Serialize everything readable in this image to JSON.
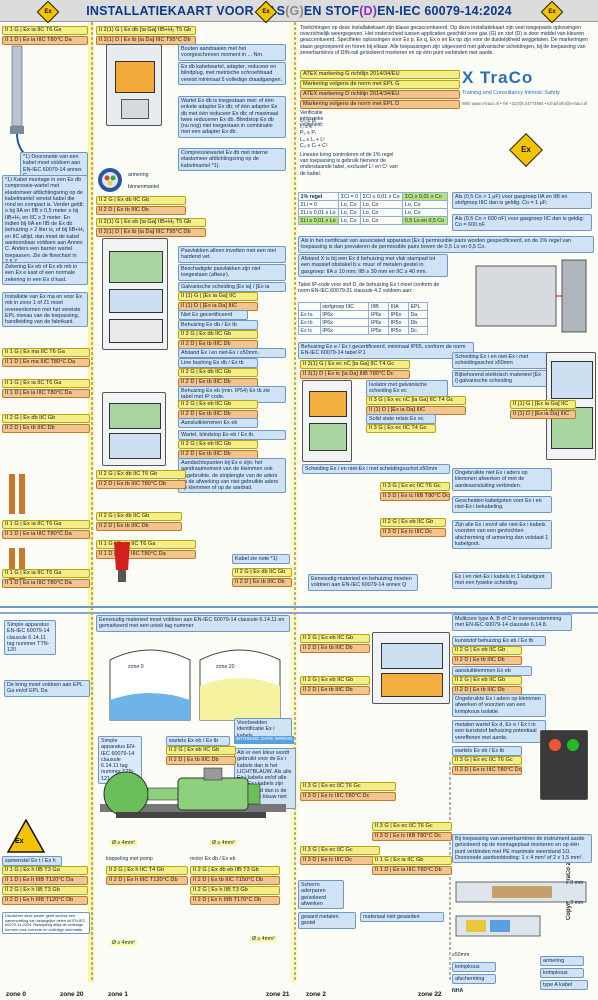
{
  "title": {
    "prefix": "INSTALLATIEKAART VOOR GAS ",
    "g": "(G)",
    "mid": " EN STOF ",
    "d": "(D)",
    "suffix": " EN-IEC 60079-14:2024"
  },
  "ex_symbol": "Ex",
  "colors": {
    "gas": "#f4ed8a",
    "dust": "#f2c490",
    "note": "#cfe3f5",
    "accent": "#1c4fb4",
    "hl_green": "#b9e37a",
    "title_blue": "#0a3a8a"
  },
  "intro": "Toelichtingen op deze installatiekaart zijn blauw gecaccentueerd. Op deze installatiekaart zijn veel toegepaste oplossingen overzichtelijk weergegeven. Het onderscheid tussen applicaties geschikt voor gas (G) en stof (D) is door middel van kleuren geaccentueerd. Specifieke oplossingen voor Ex p, Ex q, Ex o en Ex op zijn voor de duidelijkheid weggelaten. De markeringen staan gegroepeerd en horen bij elkaar. Alle toepassingen zijn uitgevoerd met galvanische scheidingen, bij de toepassing van zenerbarrières of DIN-rail geïsoleerd monteren en op één punt verbinden met aarde.",
  "markings": [
    {
      "text": "ATEX markering G richtlijn 2014/34/EU",
      "kind": "gas"
    },
    {
      "text": "Markering volgens de norm met EPL G",
      "kind": "gas"
    },
    {
      "text": "ATEX markering D richtlijn 2014/34/EU",
      "kind": "dust"
    },
    {
      "text": "Markering volgens de norm met EPL D",
      "kind": "dust"
    }
  ],
  "xtraco": {
    "logo": "X TraCo",
    "tagline": "Training and Consultancy Intrinsic Safety",
    "contact": "Web www.x-traco.nl • Tel +31(0)6 24774964 • Email info@x-traco.nl"
  },
  "verification": {
    "title": "Verificatie intrinsieke veiligheid:",
    "lines": [
      "U₀ ≤ Uᵢ",
      "I₀ ≤ Iᵢ",
      "P₀ ≤ Pᵢ",
      "L₀ ≥ Lᵢ + Lᶜ",
      "C₀ ≥ Cᵢ + Cᶜ"
    ],
    "rule": "Lineaire kring controleren of de 1% regel van toepassing is gebruik hiervoor de onderstaande tabel, exclusief Lᶜ en Cᶜ van de kabel."
  },
  "rule_table": {
    "headers": [
      "1% regel",
      "ΣCi = 0",
      "ΣCi ≤ 0,01 x Co",
      "ΣCi ≥ 0,01 x Co"
    ],
    "rows": [
      [
        "ΣLi = 0",
        "Lo, Co",
        "Lo, Co",
        "Lo, Co"
      ],
      [
        "ΣLi ≤ 0,01 x Lo",
        "Lo, Co",
        "Lo, Co",
        "Lo, Co"
      ],
      [
        "ΣLi ≥ 0,01 x Lo",
        "Lo, Co",
        "Lo, Co",
        "0,5 Lo en 0,5 Co"
      ]
    ]
  },
  "capacitance_notes": [
    "Als (0,5 Co > 1 μF) voor gasgroep IIA en IIB en stofgroep IIIC dan is geldig: Co = 1 μF;",
    "Als (0,5 Co > 600 nF) voor gasgroep IIC dan is geldig: Co = 600 nF."
  ],
  "associated_note": "Als in het certificaat van associated apparatus [Ex i] permissible pairs worden gespecificeerd, en de 1% regel van toepassing is dan prevaleren de permissible pairs boven de 0,5 Lo en 0,5 Co.",
  "distance_note": "Afstand X is bij een Ex d behuizing met vlak stampad tot een massief obstakel b.v. muur of metalen gestel in gasgroep: IIA ≥ 10 mm; IIB ≥ 30 mm en IIC ≥ 40 mm.",
  "ip_table": {
    "intro": "Tabel IP-code voor stof D, de behuizing Ex t moet conform de norm EN-IEC 60079-31 clausule 4.2 voldoen aan:",
    "headers": [
      "",
      "stofgroep IIIC",
      "IIIB",
      "IIIA",
      "EPL"
    ],
    "rows": [
      [
        "Ex ta",
        "IP6x",
        "IP6x",
        "IP6x",
        "Da"
      ],
      [
        "Ex tb",
        "IP6x",
        "IP6x",
        "IP5x",
        "Db"
      ],
      [
        "Ex tc",
        "IP6x",
        "IP5x",
        "IP5x",
        "Dc"
      ]
    ]
  },
  "left_notes": [
    "*1) Doorsnede van een kabel moet voldoen aan EN-IEC 60079-14 annex C.",
    "*1) Kabel montage in een Ex db compressie-wartel met elastomeer afdichtingsring op de kabelmantel vereist kabel die rond en compact is. Verder geldt: ≥ bij IIA en IIB ≥ 0,5 meter ≥ bij IIB+H₂ en IIC ≥ 3 meter. En indien bij IIA en IIB de Ex db behuizing > 2 liter is, of bij IIB+H₂ en IIC altijd, dan moet de kabel aantoonbaar voldoen aan Annex C. Anders een barrier wartel toepassen. Zie de flowchart in 7.5.7.",
    "Zekering Ex eb of Ex eb mb in een Ex e kast of een normale zekering in een Ex d kast.",
    "Installatie van Ex ma en voor Ex mb in zone 1 of 21 moet overeenkomen met het vereiste EPL niveau van de toepassing, handleiding van de fabrikant."
  ],
  "center_notes": [
    "Bouten aandraaien met het voorgeschreven moment in ... Nm.",
    "Ex db kabelwartel, adapter, reduceer en blindplug, met metrische schroefdraad vereist minimaal 5 volledige draadgangen.",
    "Wartel Ex db is toegestaan met: of één enkele adapter Ex db; of één adapter Ex db met één reduceer Ex db; of maximaal twee reduceren Ex db. Blindstop Ex db (nu nog) niet toegestaan in combinatie met een adapter Ex db.",
    "Compressiewartel Ex db met interne elastomeer afdichtingsring op de kabelmantel *1).",
    "Pasvlakken alleen invetten met een niet hardend vet.",
    "Beschadigde pasvlakken zijn niet toegestaan (afkeur).",
    "Galvanische scheiding [Ex ia] / [Ex ia",
    "Niet Ex gecertificeerd",
    "Behuizing Ex db / Ex tb",
    "Afstand Ex i en niet-Ex i ≥50mm.",
    "Line bushing Ex db / Ex tb",
    "Behuizing Ex eb (min. IP54) Ex tb zie tabel met IP code.",
    "Aansluitklemmen Ex eb",
    "Wartel, blindstop Ex eb / Ex tb.",
    "Aandachtspunten bij Ex e zijn: het aandraaimoment van de klemmen ook ongebruikte, de striplengte van de aders en de afwerking van niet gebruikte aders op klemmen of op de aardrail.",
    "Kabel zie note *1)"
  ],
  "right_notes": [
    "Behuizing Ex e / Ex t gecertificeerd, minimaal IP65, conform de norm EN-IEC 60079-14 tabel P.1",
    "Isolator met galvanische scheiding Ex ec",
    "Solid state relais Ex ec",
    "Scheiding Ex i en niet-Ex i met scheidingsschot ≥50mm",
    "Scheiding Ex i en niet-Ex i met scheidingsschot ≥50mm",
    "Bijbehorend elektrisch materieel [Ex i] galvanische scheiding",
    "Ongebruikte niet Ex i aders op klemmen afwerken of met de aardeaansluiting verbinden.",
    "Gescheiden kabelgoten voor Ex i en niet-Ex i bekabeling.",
    "Zijn alle Ex i en/of alle niet-Ex i kabels voorzien van een gevlochten afscherming of armering dan volstaat 1 kabelgoot.",
    "Ex i en niet-Ex i kabels in 1 kabelgoot met een fysieke scheiding.",
    "Eenvoudig materieel en behuizing moeten voldoen aan EN-IEC 60079-14 annex Q",
    "Multicore type A, B of C in overeenstemming met EN-IEC 60079-14 clausule 6.14.8.",
    "kunststof behuizing Ex eb / Ex tb",
    "aansluitklemmen Ex eb",
    "Ongebruikte Ex i aders op klemmen afwerken of voorzien van een krimpkous isolatie.",
    "metalen wartel Ex d, Ex e / Ex t in een kunststof behuizing potentiaal vereffenen met aarde.",
    "wartels Ex eb / Ex tb",
    "Bij toepassing van zenerbarrières de instrument aarde geïsoleerd op de montageplaat monteren en op één punt verbinden met PE maximale weerstand 1Ω. Doorsnede aardverbinding: 1 x 4 mm² of 2 x 1,5 mm²."
  ],
  "mid_notes": [
    "Eenvoudig materieel moet voldoen aan EN-IEC 60079-14 clausule 6.14.11 en gemarkeerd met een uniek tag nummer",
    "Simple apparatus EN-IEC 60079-14 clausule 6.14.11 tag nummer TTN-120",
    "De kring moet voldoen aan EPL Ga en/of EPL Da",
    "Voorbeelden identificatie Ex i kabels",
    "INTRINSIC SAFE WIRING",
    "Als er een kleur wordt gebruikt voor de Ex i kabels dan is het LICHTBLAUW. Als alle Ex i kabels en/of alle niet-Ex i kabels zijn gearmeerd dan is de markering blauw niet nodig",
    "Simple apparatus EN-IEC 60079-14 clausule 6.14.11 tag nummer TTN-121",
    "wartels Ex eb / Ex tb",
    "Scherm aderparen geïsoleerd afwerken",
    "geaard metalen gestel",
    "materiaal niet geaarden"
  ],
  "bottom": {
    "samenstel": "samenstel Ex t / Ex h",
    "koppeling": "koppeling met pomp",
    "motor": "motor Ex db / Ex eb",
    "zone0": "zone 0",
    "zone1": "zone 1",
    "zone20_tank": "zone 20",
    "disclaimer": "Disclaimer deze poster geeft slechts een samenvatting van belangrijke delen uit EN-IEC 60079-14:2024. Raadpleeg altijd de volledige normen voor correcte en volledige informatie.",
    "copyright": "Copyright X-TraCo 2025",
    "nha": "NHA",
    "phi": "Ø ≥ 4mm²",
    "size8": "≥ 8 mm",
    "size3": "≥ 3 mm",
    "size50": "≥50mm",
    "krimpkous": "krimpkous",
    "afscherming": "afscherming",
    "armering": "armering",
    "typeA": "type A kabel"
  },
  "zones": [
    "zone 0",
    "zone 20",
    "zone 1",
    "zone 21",
    "zone 2",
    "zone 22"
  ],
  "labels_left": [
    [
      "II 1 G",
      "Ex ia IIC T6 Ga",
      "gas"
    ],
    [
      "II 1 D",
      "Ex ia IIIC T80°C Da",
      "dust"
    ],
    [
      "II 1 G",
      "Ex ma IIC T6 Ga",
      "gas"
    ],
    [
      "II 1 D",
      "Ex ma IIIC T80°C Da",
      "dust"
    ],
    [
      "II 1 G",
      "Ex ia IIC T6 Ga",
      "gas"
    ],
    [
      "II 1 D",
      "Ex ia IIIC T80°C Da",
      "dust"
    ],
    [
      "II 2 G",
      "Ex db IIC Gb",
      "gas"
    ],
    [
      "II 2 D",
      "Ex tb IIIC Db",
      "dust"
    ],
    [
      "II 1 G",
      "Ex ia IIC T6 Ga",
      "gas"
    ],
    [
      "II 1 D",
      "Ex ia IIIC T80°C Da",
      "dust"
    ],
    [
      "II 1 G",
      "Ex ia IIC T6 Ga",
      "gas"
    ],
    [
      "II 1 D",
      "Ex ia IIIC T80°C Da",
      "dust"
    ]
  ],
  "labels_center": [
    [
      "II 2(1) G",
      "Ex db [ia Ga] IIB+H₂ T5 Gb",
      "gas"
    ],
    [
      "II 2(1) D",
      "Ex tb [ia Da] IIIC T95°C Db",
      "dust"
    ],
    [
      "II 2 G",
      "Ex db IIC Gb",
      "gas"
    ],
    [
      "II 2 D",
      "Ex tb IIIC Db",
      "dust"
    ],
    [
      "II 2(1) G",
      "Ex eb [ia Ga] IIB+H₂ T5 Gb",
      "gas"
    ],
    [
      "II 2(1) D",
      "Ex tb [ia Da] IIIC T95°C Db",
      "dust"
    ],
    [
      "II (1) G",
      "[Ex ia Ga] IIC",
      "gas"
    ],
    [
      "II (1) D",
      "[Ex ia Da] IIIC",
      "dust"
    ],
    [
      "II 2 G",
      "Ex db IIC Gb",
      "gas"
    ],
    [
      "II 2 D",
      "Ex tb IIIC Db",
      "dust"
    ],
    [
      "II 2 G",
      "Ex db IIC Gb",
      "gas"
    ],
    [
      "II 2 D",
      "Ex tb IIIC Db",
      "dust"
    ],
    [
      "II 2 G",
      "Ex eb IIC Gb",
      "gas"
    ],
    [
      "II 2 D",
      "Ex tb IIIC Db",
      "dust"
    ],
    [
      "II 2 G",
      "Ex eb IIC Gb",
      "gas"
    ],
    [
      "II 2 D",
      "Ex tb IIIC Db",
      "dust"
    ],
    [
      "II 2 G",
      "Ex db IIC T6 Gb",
      "gas"
    ],
    [
      "II 2 D",
      "Ex tb IIIC T80°C Db",
      "dust"
    ],
    [
      "II 2 G",
      "Ex db IIC Gb",
      "gas"
    ],
    [
      "II 2 D",
      "Ex tb IIIC Db",
      "dust"
    ],
    [
      "II 1 G",
      "Ex ia IIC T6 Ga",
      "gas"
    ],
    [
      "II 1 D",
      "Ex ia IIIC T80°C Da",
      "dust"
    ],
    [
      "II 2 G",
      "Ex db IIC Gb",
      "gas"
    ],
    [
      "II 2 D",
      "Ex tb IIIC Db",
      "dust"
    ],
    [
      "II 2 G",
      "Ex eb IIC Gb",
      "gas"
    ],
    [
      "II 2 D",
      "Ex tb IIIC Db",
      "dust"
    ],
    [
      "II 2 G",
      "Ex db eb IIB T3 Gb",
      "gas"
    ],
    [
      "II 2 D",
      "Ex tb IIIC T150°C Db",
      "dust"
    ],
    [
      "II 1 G",
      "Ex h IIB T3 Ga",
      "gas"
    ],
    [
      "II 1 D",
      "Ex h IIIB T120°C Da",
      "dust"
    ],
    [
      "II 2 G",
      "Ex h IIB T3 Gb",
      "gas"
    ],
    [
      "II 2 D",
      "Ex h IIIB T120°C Db",
      "dust"
    ],
    [
      "II 2 G",
      "Ex h IIC T4 Gb",
      "gas"
    ],
    [
      "II 2 D",
      "Ex h IIIC T120°C Db",
      "dust"
    ],
    [
      "II 2 G",
      "Ex h IIB T3 Gb",
      "gas"
    ],
    [
      "II 2 D",
      "Ex h IIIB T170°C Db",
      "dust"
    ]
  ],
  "labels_right": [
    [
      "II 3(1) G",
      "Ex ec nC [ia Ga] IIC T4 Gc",
      "gas"
    ],
    [
      "II 3(1) D",
      "Ex tc [ia Da] IIIB T80°C Dc",
      "dust"
    ],
    [
      "II 3 G",
      "Ex ec nC [ia Ga] IIC T4 Gc",
      "gas"
    ],
    [
      "II (1) D",
      "[Ex ia Da] IIIC",
      "dust"
    ],
    [
      "II 3 G",
      "Ex ec IIC T4 Gc",
      "gas"
    ],
    [
      "II 3 G",
      "Ex ec IIC T6 Gc",
      "gas"
    ],
    [
      "II 3 D",
      "Ex tc IIIB T80°C Dc",
      "dust"
    ],
    [
      "II 2 G",
      "Ex eb IIC Gb",
      "gas"
    ],
    [
      "II 3 D",
      "Ex tc IIIC Dc",
      "dust"
    ],
    [
      "II 2 G",
      "Ex eb IIC Gb",
      "gas"
    ],
    [
      "II 2 D",
      "Ex tb IIIC Db",
      "dust"
    ],
    [
      "II 2 G",
      "Ex eb IIC Gb",
      "gas"
    ],
    [
      "II 2 D",
      "Ex tb IIIC Db",
      "dust"
    ],
    [
      "II 3 G",
      "Ex ec IIC T6 Gc",
      "gas"
    ],
    [
      "II 3 D",
      "Ex tc IIIC T80°C Dc",
      "dust"
    ],
    [
      "II 3 G",
      "Ex ec IIC T6 Gc",
      "gas"
    ],
    [
      "II 3 D",
      "Ex tc IIIB T80°C Dc",
      "dust"
    ],
    [
      "II 3 G",
      "Ex ec IIC Gc",
      "gas"
    ],
    [
      "II 3 D",
      "Ex tc IIIC Dc",
      "dust"
    ],
    [
      "II (1) G",
      "[Ex ia Ga] IIC",
      "gas"
    ],
    [
      "II (1) D",
      "[Ex ia Da] IIIC",
      "dust"
    ],
    [
      "II 1 G",
      "Ex ia IIC Gb",
      "gas"
    ],
    [
      "II 1 D",
      "Ex ia IIIC T80°C Db",
      "dust"
    ],
    [
      "II 2 G",
      "Ex eb IIC Gb",
      "gas"
    ],
    [
      "II 2 D",
      "Ex tb IIIC Db",
      "dust"
    ],
    [
      "II 2 G",
      "Ex eb IIC Gb",
      "gas"
    ],
    [
      "II 2 D",
      "Ex tb IIIC Db",
      "dust"
    ],
    [
      "II 3 G",
      "Ex ec IIC T6 Gc",
      "gas"
    ],
    [
      "II 3 D",
      "Ex tc IIIC T80°C Dc",
      "dust"
    ]
  ],
  "wiring": {
    "armering": "armering",
    "binnenmantel": "binnenmantel"
  }
}
